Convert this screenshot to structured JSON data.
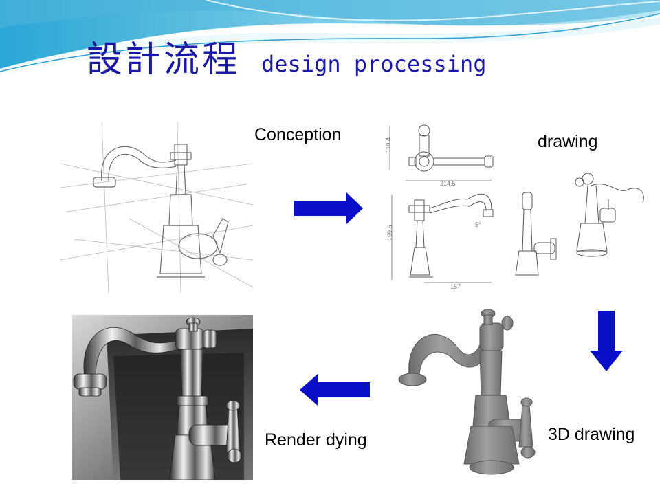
{
  "title": {
    "chinese": "設計流程",
    "english": "design processing"
  },
  "steps": {
    "conception": "Conception",
    "drawing": "drawing",
    "drawing3d": "3D drawing",
    "render": "Render dying"
  },
  "dimensions": {
    "d1": "110.4",
    "d2": "214.5",
    "d3": "199.6",
    "d4": "157",
    "d5": "5°"
  },
  "colors": {
    "title": "#1a1aa6",
    "arrow": "#0a10c8",
    "wave_light": "#bfe8f3",
    "wave_mid": "#6ec6e3",
    "wave_dark": "#2aa0d0"
  },
  "icons": {
    "arrow_right": "arrow-right-icon",
    "arrow_down": "arrow-down-icon",
    "arrow_left": "arrow-left-icon"
  }
}
